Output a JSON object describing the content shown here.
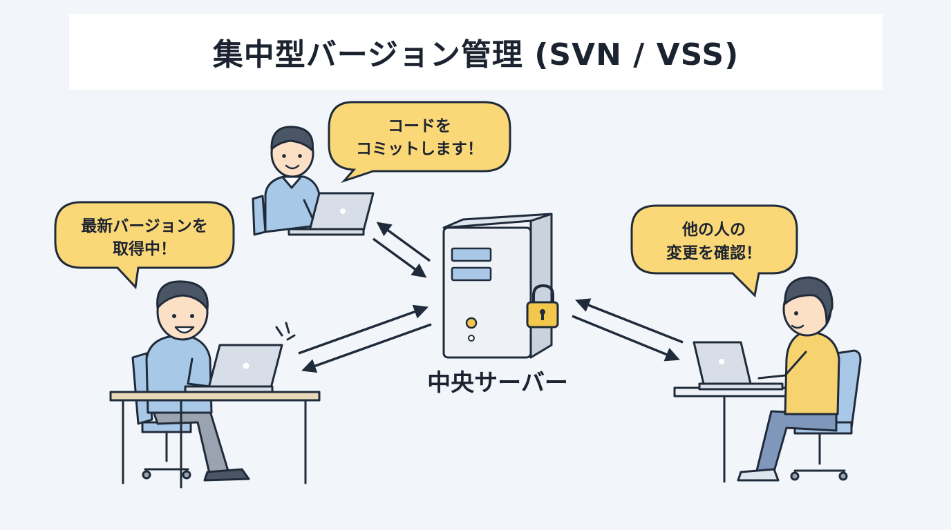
{
  "title": "集中型バージョン管理 (SVN / VSS)",
  "server": {
    "label": "中央サーバー"
  },
  "bubbles": {
    "top": {
      "line1": "コードを",
      "line2": "コミットします！"
    },
    "left": {
      "line1": "最新バージョンを",
      "line2": "取得中！"
    },
    "right": {
      "line1": "他の人の",
      "line2": "変更を確認！"
    }
  },
  "colors": {
    "bubble": "#fbd877",
    "outline": "#1f2a3a",
    "shirt_blue": "#a8c8e8",
    "shirt_yellow": "#f6d36e",
    "chair": "#a9c7e6",
    "server": "#eef1f6",
    "lock": "#f3c64c"
  }
}
